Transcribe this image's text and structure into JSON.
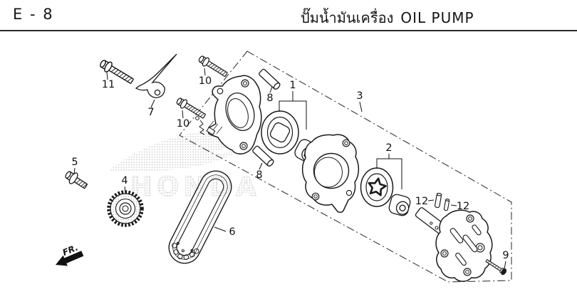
{
  "header": {
    "page_code": "E - 8",
    "title_thai": "ปั๊มน้ำมันเครื่อง",
    "title_en": "OIL PUMP"
  },
  "diagram": {
    "watermark_text": "HONDA",
    "fr_label": "FR.",
    "labels": {
      "l1": "1",
      "l2": "2",
      "l3": "3",
      "l4": "4",
      "l5": "5",
      "l6": "6",
      "l7": "7",
      "l8a": "8",
      "l8b": "8",
      "l9": "9",
      "l10a": "10",
      "l10b": "10",
      "l11": "11",
      "l12a": "12",
      "l12b": "12"
    }
  },
  "colors": {
    "line": "#1a1a1a",
    "header_rule": "#2b2b2b",
    "watermark": "#c4c4c4"
  }
}
